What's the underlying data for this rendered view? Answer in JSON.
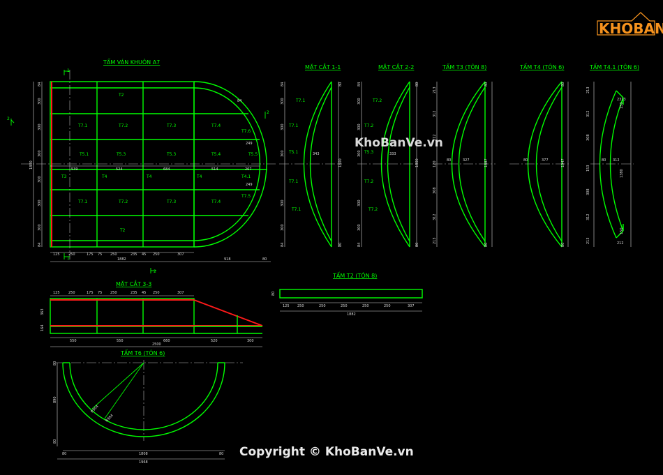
{
  "logo": {
    "text": "KHOBANVE",
    "color": "#f7931e"
  },
  "watermark": {
    "text": "KhoBanVe.vn",
    "copyright": "Copyright © KhoBanVe.vn"
  },
  "colors": {
    "background": "#000000",
    "line": "#00ff00",
    "dimension": "#d9d9d9",
    "accent": "#ff1a1a"
  },
  "titles": {
    "main": "TẤM VÁN KHUÔN A7",
    "sec11": "MẶT CẮT 1-1",
    "sec22": "MẶT CẮT 2-2",
    "t3": "TẤM T3 (TÔN 8)",
    "t4": "TẤM T4 (TÔN 6)",
    "t41": "TẤM T4.1 (TÔN 6)",
    "t2": "TẤM T2 (TÔN 8)",
    "sec33": "MẶT CẮT 3-3",
    "t6": "TẤM T6 (TÔN 6)"
  },
  "panel_labels": {
    "T2_top": "T2",
    "T2_bottom": "T2",
    "T71a": "T7.1",
    "T72a": "T7.2",
    "T73a": "T7.3",
    "T74a": "T7.4",
    "T76": "T7.6",
    "T51": "T5.1",
    "T53": "T5.3",
    "T52": "T5.3",
    "T54": "T5.4",
    "T55": "T5.5",
    "T3": "T3",
    "T4a": "T4",
    "T4b": "T4",
    "T4c": "T4",
    "T41": "T4.1",
    "T71b": "T7.1",
    "T72b": "T7.2",
    "T73b": "T7.3",
    "T74b": "T7.4",
    "T75": "T7.5"
  },
  "section_labels": {
    "s11": [
      "T7.1",
      "T7.1",
      "T5.1",
      "T7.1",
      "T7.1"
    ],
    "s22": [
      "T7.2",
      "T7.2",
      "T5.3",
      "T7.2",
      "T7.2"
    ]
  },
  "dims": {
    "main_left": [
      "84",
      "300",
      "300",
      "300",
      "300",
      "300",
      "300",
      "84"
    ],
    "main_total_v": "1800",
    "main_mid": [
      "539",
      "524",
      "684",
      "514",
      "267"
    ],
    "main_right": [
      "249",
      "249"
    ],
    "bottom_row": [
      "125",
      "250",
      "175",
      "75",
      "250",
      "235",
      "45",
      "250",
      "307"
    ],
    "bottom_total": "1882",
    "bottom_extra": [
      "918",
      "80"
    ],
    "marker_1": "1",
    "marker_2": "2",
    "s11_left": [
      "84",
      "300",
      "300",
      "300",
      "300",
      "300",
      "84"
    ],
    "s11_mid": "343",
    "s11_total": "1800",
    "s11_ends": [
      "80",
      "80"
    ],
    "s22_left": [
      "84",
      "300",
      "300",
      "300",
      "300",
      "300",
      "84"
    ],
    "s22_mid": "333",
    "s22_total": "1800",
    "s22_ends": [
      "80",
      "80"
    ],
    "t3_left": [
      "213",
      "312",
      "312",
      "120",
      "308",
      "312",
      "213"
    ],
    "t3_mid": "327",
    "t3_small": "80",
    "t3_total": "1887",
    "t3_ends": [
      "80",
      "80"
    ],
    "t4_mid": "377",
    "t4_small": "80",
    "t4_total": "1947",
    "t4_ends": [
      "80",
      "80"
    ],
    "t41_left": [
      "213",
      "312",
      "308",
      "153",
      "308",
      "312",
      "213"
    ],
    "t41_mid": "312",
    "t41_small": "80",
    "t41_total": "1380",
    "t41_tb": [
      "150",
      "150"
    ],
    "t41_bottom": "212",
    "t41_top": "2323",
    "t2_height": "80",
    "t2_row": [
      "125",
      "250",
      "250",
      "250",
      "250",
      "250",
      "307"
    ],
    "t2_total": "1882",
    "s33_top": [
      "125",
      "250",
      "175",
      "75",
      "250",
      "235",
      "45",
      "250",
      "307"
    ],
    "s33_heights": [
      "363",
      "164"
    ],
    "s33_bottom": [
      "550",
      "550",
      "660",
      "520",
      "300"
    ],
    "s33_total": "2500",
    "t6_left": [
      "80",
      "890",
      "80"
    ],
    "t6_bottom": [
      "80",
      "1808",
      "80"
    ],
    "t6_total": "1968",
    "t6_radius": [
      "R904",
      "R984"
    ]
  }
}
